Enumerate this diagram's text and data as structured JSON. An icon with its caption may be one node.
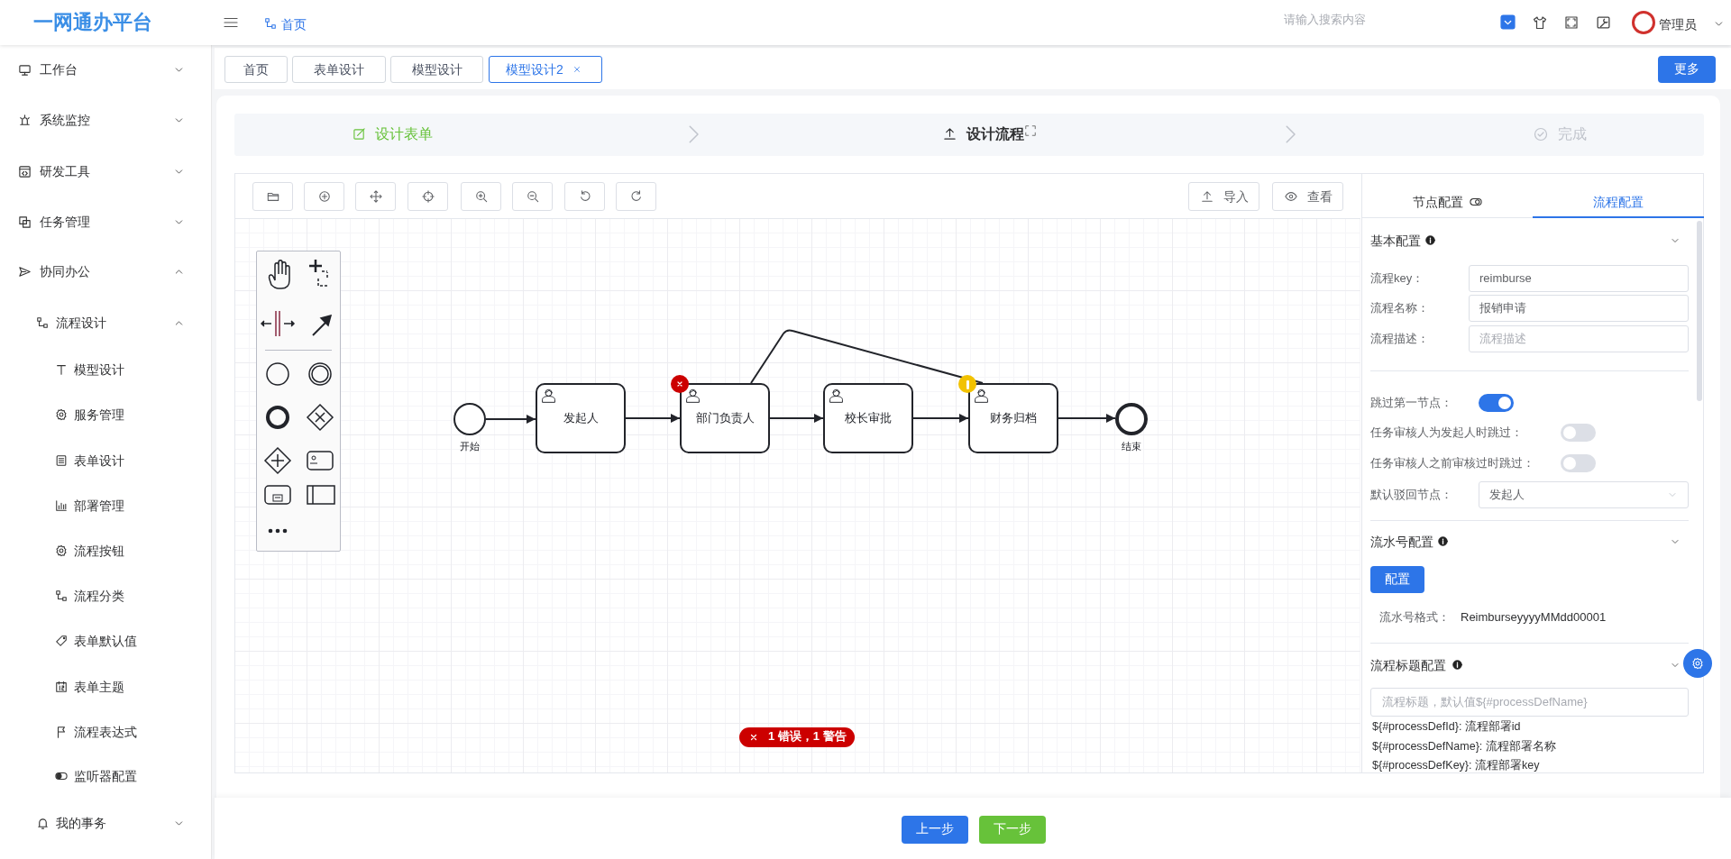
{
  "diagram": {
    "nodes": [
      {
        "text": [],
        "shape": "circle",
        "beside": [
          "开始"
        ]
      },
      {
        "text": [
          "发起人"
        ]
      },
      {
        "text": [
          "部门负责人"
        ]
      },
      {
        "text": [
          "校长审批"
        ]
      },
      {
        "text": [
          "财务归档"
        ]
      },
      {
        "text": [],
        "shape": "circle",
        "beside": [
          "结束"
        ]
      }
    ],
    "edges": [
      {
        "from": 0,
        "to": 1,
        "arrow": "to"
      },
      {
        "from": 1,
        "to": 2,
        "arrow": "to"
      },
      {
        "from": 2,
        "to": 3,
        "arrow": "to"
      },
      {
        "from": 3,
        "to": 4,
        "arrow": "to"
      },
      {
        "from": 4,
        "to": 5,
        "arrow": "to"
      },
      {
        "from": 2,
        "to": 4,
        "arrow": "none"
      }
    ],
    "labels": [
      "一网通办平台",
      "首页",
      "请输入搜索内容",
      "管理员",
      "工作台",
      "系统监控",
      "研发工具",
      "任务管理",
      "协同办公",
      "流程设计",
      "模型设计",
      "服务管理",
      "表单设计",
      "部署管理",
      "流程按钮",
      "流程分类",
      "表单默认值",
      "表单主题",
      "流程表达式",
      "监听器配置",
      "我的事务",
      "首页",
      "表单设计",
      "模型设计",
      "模型设计2",
      "更多",
      "设计表单",
      "设计流程",
      "完成",
      "导入",
      "查看",
      "1 错误，1 警告",
      "节点配置",
      "流程配置",
      "基本配置",
      "流程key：",
      "reimburse",
      "流程名称：",
      "报销申请",
      "流程描述：",
      "流程描述",
      "跳过第一节点：",
      "任务审核人为发起人时跳过：",
      "任务审核人之前审核过时跳过：",
      "默认驳回节点：",
      "发起人",
      "流水号配置",
      "配置",
      "流水号格式：",
      "ReimburseyyyyMMdd00001",
      "流程标题配置",
      "流程标题，默认值${#processDefName}",
      "${#processDefId}: 流程部署id",
      "${#processDefName}: 流程部署名称",
      "${#processDefKey}: 流程部署key",
      "上一步",
      "下一步"
    ]
  }
}
